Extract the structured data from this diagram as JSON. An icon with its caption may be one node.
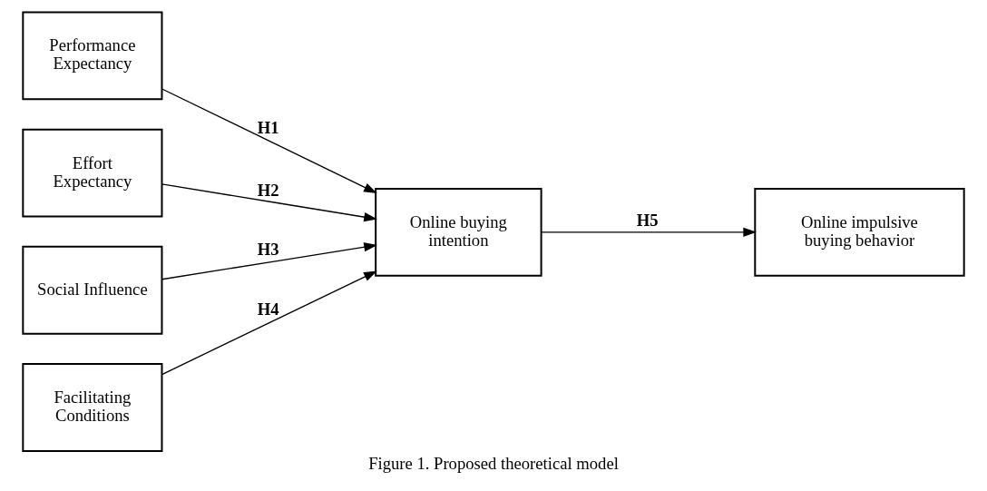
{
  "diagram": {
    "caption": "Figure 1. Proposed theoretical model",
    "nodes": [
      {
        "text": [
          "Performance Expectancy"
        ]
      },
      {
        "text": [
          "Effort Expectancy"
        ]
      },
      {
        "text": [
          "Social Influence"
        ]
      },
      {
        "text": [
          "Facilitating Conditions"
        ]
      },
      {
        "text": [
          "Online buying intention"
        ]
      },
      {
        "text": [
          "Online impulsive buying behavior"
        ]
      }
    ],
    "edges": [
      {
        "from": 0,
        "to": 4,
        "arrow": "to",
        "label": "H1"
      },
      {
        "from": 1,
        "to": 4,
        "arrow": "to",
        "label": "H2"
      },
      {
        "from": 2,
        "to": 4,
        "arrow": "to",
        "label": "H3"
      },
      {
        "from": 3,
        "to": 4,
        "arrow": "to",
        "label": "H4"
      },
      {
        "from": 4,
        "to": 5,
        "arrow": "to",
        "label": "H5"
      }
    ]
  }
}
